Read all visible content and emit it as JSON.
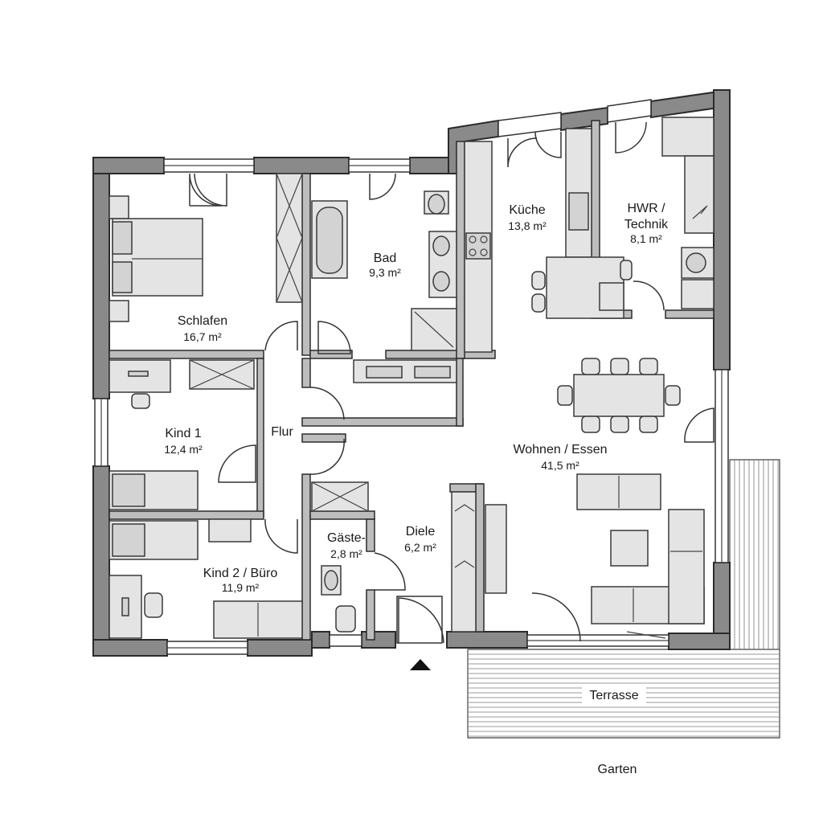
{
  "rooms": {
    "schlafen": {
      "name": "Schlafen",
      "area": "16,7 m²"
    },
    "bad": {
      "name": "Bad",
      "area": "9,3 m²"
    },
    "kueche": {
      "name": "Küche",
      "area": "13,8 m²"
    },
    "hwr": {
      "name_line1": "HWR /",
      "name_line2": "Technik",
      "area": "8,1 m²"
    },
    "kind1": {
      "name": "Kind 1",
      "area": "12,4 m²"
    },
    "flur": {
      "name": "Flur"
    },
    "wohnen": {
      "name": "Wohnen / Essen",
      "area": "41,5 m²"
    },
    "gaeste": {
      "name": "Gäste-",
      "area": "2,8 m²"
    },
    "diele": {
      "name": "Diele",
      "area": "6,2 m²"
    },
    "kind2": {
      "name": "Kind 2 / Büro",
      "area": "11,9 m²"
    }
  },
  "outside": {
    "terrasse": "Terrasse",
    "garten": "Garten"
  },
  "colors": {
    "wall": "#8a8a8a",
    "furniture": "#e4e4e4",
    "line": "#2b2b2b"
  }
}
